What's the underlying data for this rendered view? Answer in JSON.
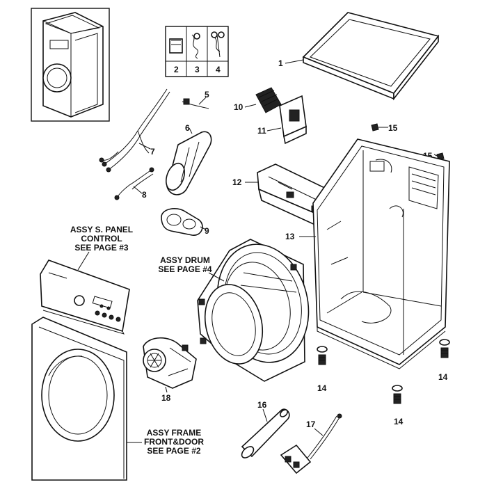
{
  "callouts": {
    "p1": "1",
    "p2": "2",
    "p3": "3",
    "p4": "4",
    "p5": "5",
    "p6": "6",
    "p7": "7",
    "p8": "8",
    "p9": "9",
    "p10": "10",
    "p11": "11",
    "p12": "12",
    "p13": "13",
    "p14a": "14",
    "p14b": "14",
    "p14c": "14",
    "p15a": "15",
    "p15b": "15",
    "p16": "16",
    "p17": "17",
    "p18": "18"
  },
  "assy_labels": {
    "panel": [
      "ASSY S. PANEL",
      "CONTROL",
      "SEE PAGE #3"
    ],
    "drum": [
      "ASSY DRUM",
      "SEE PAGE #4"
    ],
    "frame": [
      "ASSY FRAME",
      "FRONT&DOOR",
      "SEE PAGE #2"
    ]
  }
}
